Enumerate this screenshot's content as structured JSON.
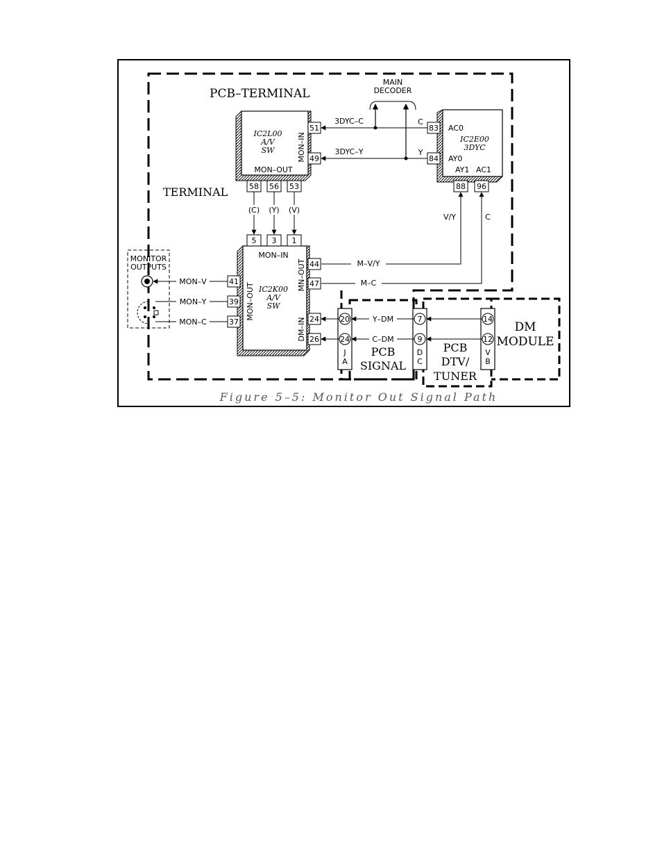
{
  "figure": {
    "caption": "Figure 5–5: Monitor Out Signal Path"
  },
  "regions": {
    "pcb_terminal": "PCB–TERMINAL",
    "terminal": "TERMINAL",
    "main_decoder_line1": "MAIN",
    "main_decoder_line2": "DECODER",
    "pcb_signal_line1": "PCB",
    "pcb_signal_line2": "SIGNAL",
    "pcb_dtv_line1": "PCB",
    "pcb_dtv_line2": "DTV/",
    "pcb_dtv_line3": "TUNER",
    "dm_line1": "DM",
    "dm_line2": "MODULE",
    "monitor_outputs_line1": "MONITOR",
    "monitor_outputs_line2": "OUTPUTS"
  },
  "chips": {
    "ic2l00": {
      "name": "IC2L00",
      "line2": "A/V",
      "line3": "SW",
      "port_in": "MON–IN",
      "port_out": "MON–OUT"
    },
    "ic2e00": {
      "name": "IC2E00",
      "line2": "3DYC",
      "ac0": "AC0",
      "ay0": "AY0",
      "ay1": "AY1",
      "ac1": "AC1"
    },
    "ic2k00": {
      "name": "IC2K00",
      "line2": "A/V",
      "line3": "SW",
      "mon_in": "MON–IN",
      "mn_out": "MN–OUT",
      "mon_out": "MON–OUT",
      "dm_in": "DM–IN"
    }
  },
  "pins": {
    "p51": "51",
    "p49": "49",
    "p58": "58",
    "p56": "56",
    "p53": "53",
    "p83": "83",
    "p84": "84",
    "p88": "88",
    "p96": "96",
    "p5": "5",
    "p3": "3",
    "p1": "1",
    "p44": "44",
    "p47": "47",
    "p41": "41",
    "p39": "39",
    "p37": "37",
    "p24k": "24",
    "p26": "26",
    "ja20": "20",
    "ja24": "24",
    "dc7": "7",
    "dc9": "9",
    "vb14": "14",
    "vb12": "12"
  },
  "connectors": {
    "ja": [
      "J",
      "A"
    ],
    "dc": [
      "D",
      "C"
    ],
    "vb": [
      "V",
      "B"
    ]
  },
  "signals": {
    "s_3dyc_c": "3DYC–C",
    "s_3dyc_y": "3DYC–Y",
    "c_label": "C",
    "y_label": "Y",
    "paren_c": "(C)",
    "paren_y": "(Y)",
    "paren_v": "(V)",
    "vy": "V/Y",
    "c_right": "C",
    "m_vy": "M–V/Y",
    "m_c": "M–C",
    "mon_v": "MON–V",
    "mon_y": "MON–Y",
    "mon_c": "MON–C",
    "y_dm": "Y–DM",
    "c_dm": "C–DM"
  }
}
